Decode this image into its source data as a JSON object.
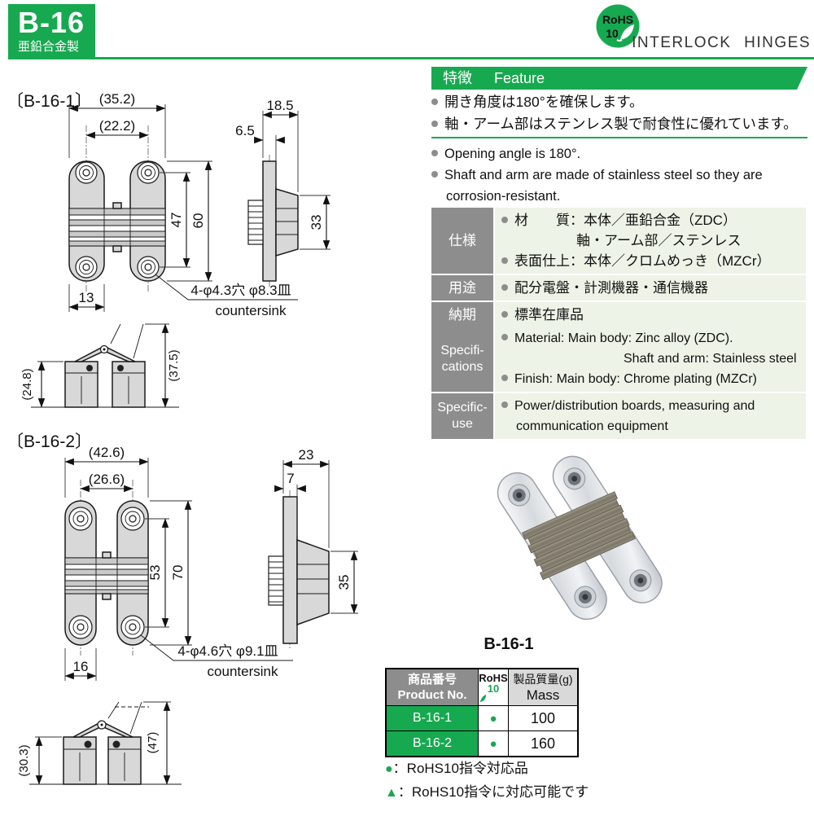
{
  "colors": {
    "accent_green": "#17a950",
    "label_gray": "#8d8d8d",
    "cell_bg_green": "#edf3e7",
    "mass_header_bg": "#d9d9d9",
    "drawing_fill": "#d8d8d8"
  },
  "header": {
    "code": "B-16",
    "material": "亜鉛合金製",
    "category": "INTERLOCK HINGES",
    "rohs_line1": "RoHS",
    "rohs_line2": "10"
  },
  "feature": {
    "title_ja": "特徴",
    "title_en": "Feature",
    "ja": [
      "開き角度は180°を確保します。",
      "軸・アーム部はステンレス製で耐食性に優れています。"
    ],
    "en": [
      "Opening angle is 180°.",
      "Shaft and arm are made of stainless steel so they are corrosion-resistant."
    ]
  },
  "specs_ja": {
    "label1": "仕様",
    "m1": "材　　質：本体／亜鉛合金（ZDC）",
    "m2": "軸・アーム部／ステンレス",
    "m3": "表面仕上：本体／クロムめっき（MZCr）",
    "label2": "用途",
    "use": "配分電盤・計測機器・通信機器",
    "label3": "納期",
    "delivery": "標準在庫品"
  },
  "specs_en": {
    "label1a": "Specifi-",
    "label1b": "cations",
    "m1": "Material: Main body: Zinc alloy (ZDC).",
    "m2": "Shaft and arm: Stainless steel",
    "m3": "Finish: Main body: Chrome plating (MZCr)",
    "label2a": "Specific-",
    "label2b": "use",
    "use": "Power/distribution boards, measuring and communication equipment"
  },
  "drawings": {
    "b161": {
      "label": "〔B-16-1〕",
      "front_w": "(35.2)",
      "front_holes_w": "(22.2)",
      "front_holes_h": "47",
      "front_h": "60",
      "leaf_w": "13",
      "side_w": "18.5",
      "side_offset": "6.5",
      "side_body_h": "33",
      "hole_note": "4-φ4.3穴 φ8.3皿",
      "countersink": "countersink",
      "folded_h": "(24.8)",
      "folded_open_h": "(37.5)"
    },
    "b162": {
      "label": "〔B-16-2〕",
      "front_w": "(42.6)",
      "front_holes_w": "(26.6)",
      "front_holes_h": "53",
      "front_h": "70",
      "leaf_w": "16",
      "side_w": "23",
      "side_offset": "7",
      "side_body_h": "35",
      "hole_note": "4-φ4.6穴 φ9.1皿",
      "countersink": "countersink",
      "folded_h": "(30.3)",
      "folded_open_h": "(47)"
    }
  },
  "photo": {
    "caption": "B-16-1"
  },
  "product_table": {
    "h_no_ja": "商品番号",
    "h_no_en": "Product No.",
    "h_rohs": "RoHS",
    "h_rohs_sub": "10",
    "h_mass_ja": "製品質量(g)",
    "h_mass_en": "Mass",
    "rows": [
      {
        "no": "B-16-1",
        "rohs": "●",
        "mass": "100"
      },
      {
        "no": "B-16-2",
        "rohs": "●",
        "mass": "160"
      }
    ]
  },
  "legend": {
    "icon1": "●",
    "text1": "：RoHS10指令対応品",
    "icon2": "▲",
    "text2": "：RoHS10指令に対応可能です"
  }
}
